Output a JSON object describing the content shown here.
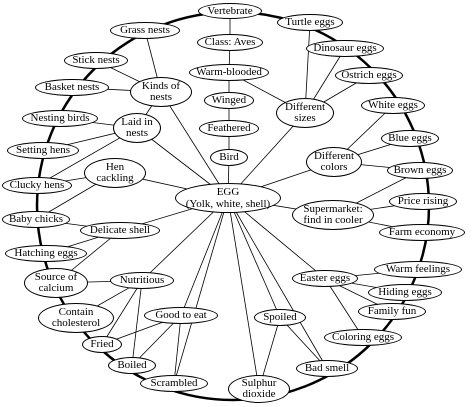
{
  "nodes": {
    "egg": "EGG\n(Yolk, white, shell)",
    "vertebrate": "Vertebrate",
    "class_aves": "Class: Aves",
    "warm_blooded": "Warm-blooded",
    "winged": "Winged",
    "feathered": "Feathered",
    "bird": "Bird",
    "turtle_eggs": "Turtle eggs",
    "dinosaur_eggs": "Dinosaur eggs",
    "ostrich_eggs": "Ostrich eggs",
    "white_eggs": "White eggs",
    "different_sizes": "Different\nsizes",
    "blue_eggs": "Blue eggs",
    "different_colors": "Different\ncolors",
    "brown_eggs": "Brown eggs",
    "price_rising": "Price rising",
    "supermarket": "Supermarket:\nfind in cooler",
    "farm_economy": "Farm economy",
    "warm_feelings": "Warm feelings",
    "easter_eggs": "Easter eggs",
    "hiding_eggs": "Hiding eggs",
    "family_fun": "Family fun",
    "coloring_eggs": "Coloring eggs",
    "spoiled": "Spoiled",
    "bad_smell": "Bad smell",
    "sulphur_dioxide": "Sulphur\ndioxide",
    "scrambled": "Scrambled",
    "boiled": "Boiled",
    "fried": "Fried",
    "good_to_eat": "Good to eat",
    "nutritious": "Nutritious",
    "contain_cholesterol": "Contain\ncholesterol",
    "source_of_calcium": "Source of\ncalcium",
    "hatching_eggs": "Hatching eggs",
    "delicate_shell": "Delicate shell",
    "baby_chicks": "Baby chicks",
    "hen_cackling": "Hen\ncackling",
    "clucky_hens": "Clucky hens",
    "setting_hens": "Setting hens",
    "laid_in_nests": "Laid in\nnests",
    "nesting_birds": "Nesting birds",
    "basket_nests": "Basket nests",
    "kinds_of_nests": "Kinds of\nnests",
    "stick_nests": "Stick nests",
    "grass_nests": "Grass nests"
  }
}
